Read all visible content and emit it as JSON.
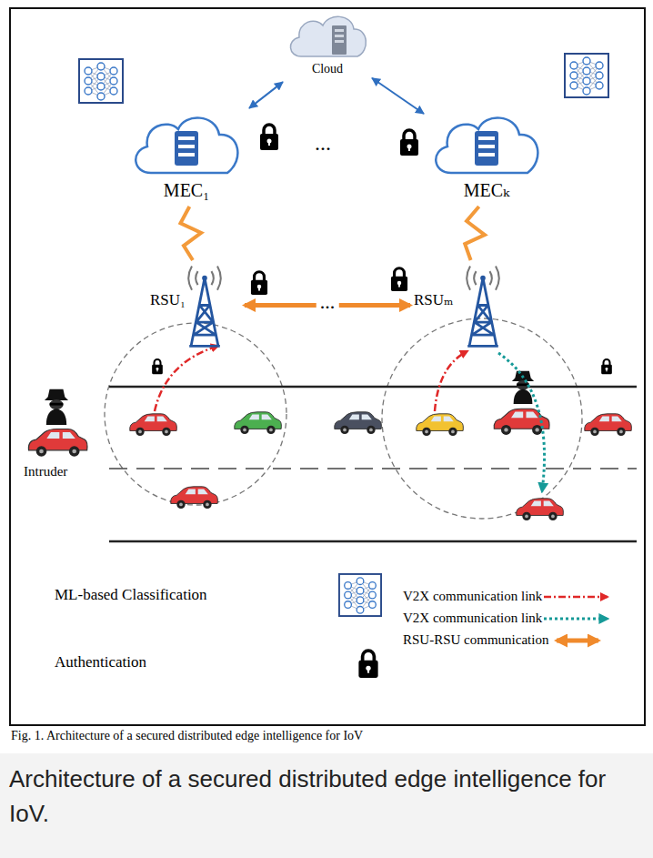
{
  "diagram": {
    "caption": "Fig. 1. Architecture of a secured distributed edge intelligence for IoV",
    "nodes": [
      {
        "text": [
          "Cloud"
        ]
      },
      {
        "text": [
          "MEC₁"
        ]
      },
      {
        "text": [
          "MECₖ"
        ]
      },
      {
        "text": [
          "RSU₁"
        ]
      },
      {
        "text": [
          "RSUₘ"
        ]
      }
    ],
    "edges": [
      {
        "from": 0,
        "to": 1,
        "arrow": "both"
      },
      {
        "from": 0,
        "to": 2,
        "arrow": "both"
      },
      {
        "from": 1,
        "to": 3,
        "arrow": "none"
      },
      {
        "from": 2,
        "to": 4,
        "arrow": "none"
      },
      {
        "from": 3,
        "to": 4,
        "arrow": "both",
        "label": "..."
      }
    ],
    "labels": [
      "...",
      "Intruder",
      "Architecture of a secured distributed edge intelligence for IoV."
    ],
    "legend": [
      {
        "text": "ML-based Classification"
      },
      {
        "text": "Authentication"
      },
      {
        "text": "V2X communication link"
      },
      {
        "text": "V2X communication link"
      },
      {
        "text": "RSU-RSU communication"
      }
    ]
  }
}
